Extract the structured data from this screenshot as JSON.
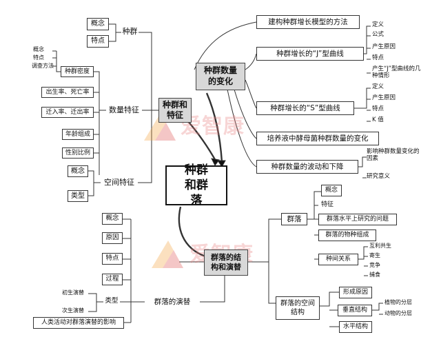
{
  "center": "种群和群落",
  "watermark": "爱智康",
  "tree": {
    "zhongqun": "种群",
    "gainian": "概念",
    "tedian": "特点",
    "gainian_small": "概念",
    "tedian_small": "特点",
    "diaocha": "调查方法",
    "midu": "种群密度",
    "chusheng": "出生率、死亡率",
    "qianru": "迁入率、迁出率",
    "nianling": "年龄组成",
    "xingbie": "性别比例",
    "shuliang": "数量特征",
    "kongjian": "空间特征",
    "kj_gainian": "概念",
    "kj_leixing": "类型",
    "zqtz": "种群和特征",
    "zqbh": "种群数量的变化",
    "jiangou": "建构种群增长模型的方法",
    "j_curve": "种群增长的“J”型曲线",
    "j_dingyi": "定义",
    "j_gongshi": "公式",
    "j_yuanyin": "产生原因",
    "j_tedian": "特点",
    "j_qingxing": "产生“J”型曲线的几种情形",
    "s_curve": "种群增长的“S”型曲线",
    "s_dingyi": "定义",
    "s_yuanyin": "产生原因",
    "s_tedian": "特点",
    "s_k": "K 值",
    "peiyang": "培养液中酵母菌种群数量的变化",
    "bodong": "种群数量的波动和下降",
    "yingxiang": "影响种群数量变化的因素",
    "yanjiu": "研究意义",
    "qunluo": "群落",
    "ql_gainian": "概念",
    "ql_tezheng": "特征",
    "ql_shuiping": "群落水平上研究的问题",
    "ql_wuzhong": "群落的物种组成",
    "ql_zhongjian": "种间关系",
    "hl": "互利共生",
    "jisheng": "寄生",
    "jingzheng": "竞争",
    "bushi": "捕食",
    "ql_kongjian": "群落的空间结构",
    "xingcheng": "形成原因",
    "chuizhi": "垂直结构",
    "zhiwu": "植物的分层",
    "dongwu": "动物的分层",
    "shuiping": "水平结构",
    "jiegou": "群落的结构和演替",
    "yanti": "群落的演替",
    "yt_gainian": "概念",
    "yt_yuanyin": "原因",
    "yt_tedian": "特点",
    "yt_guocheng": "过程",
    "yt_leixing": "类型",
    "chusheng_yanti": "初生演替",
    "cisheng_yanti": "次生演替",
    "renlei": "人类活动对群落演替的影响"
  }
}
